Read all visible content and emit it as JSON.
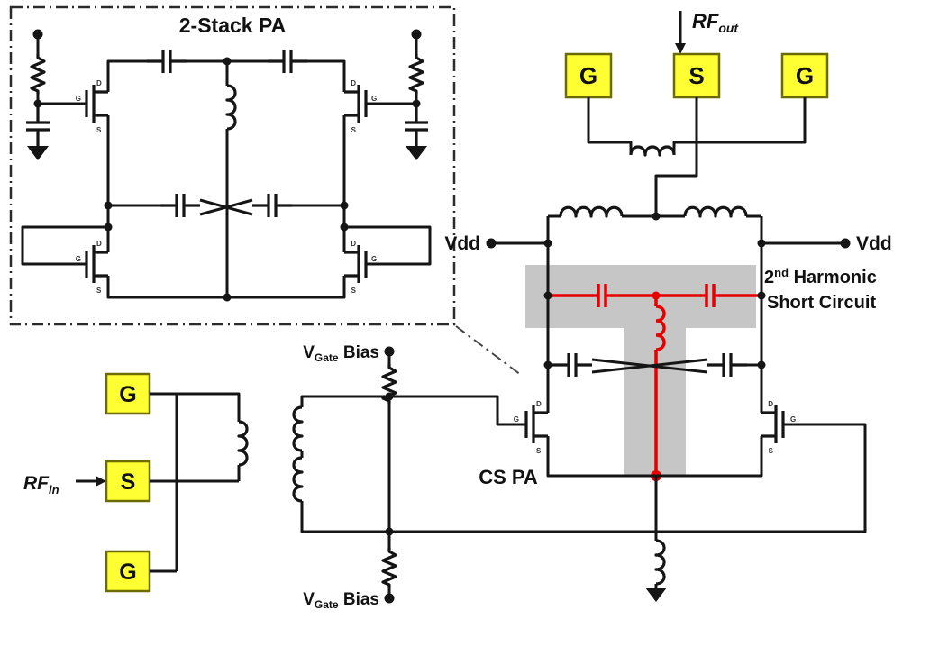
{
  "colors": {
    "highlight_red": "#e60000",
    "pad_yellow": "#ffff33",
    "shade_gray": "#c6c6c6"
  },
  "stack_pa": {
    "title": "2-Stack PA"
  },
  "output": {
    "rf_label": "RF",
    "rf_sub": "out",
    "pads": [
      "G",
      "S",
      "G"
    ]
  },
  "supply": {
    "vdd_left": "Vdd",
    "vdd_right": "Vdd"
  },
  "harmonic": {
    "num": "2",
    "sup": "nd",
    "rest": " Harmonic",
    "line2": "Short Circuit"
  },
  "cs_pa": {
    "label": "CS PA"
  },
  "bias": {
    "v": "V",
    "sub": "Gate",
    "rest": " Bias"
  },
  "input": {
    "rf_label": "RF",
    "rf_sub": "in",
    "pads": [
      "G",
      "S",
      "G"
    ]
  },
  "pins": {
    "d": "D",
    "g": "G",
    "s": "S"
  }
}
